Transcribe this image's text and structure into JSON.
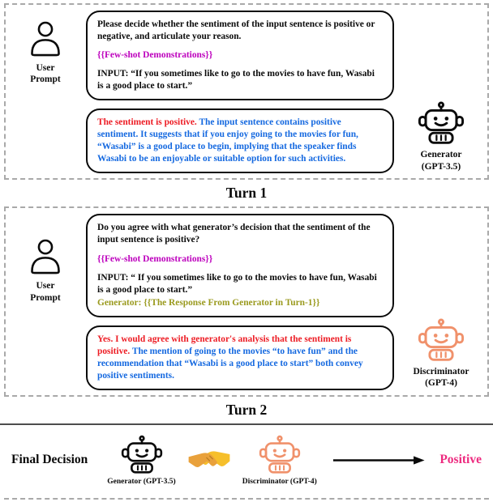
{
  "colors": {
    "magenta": "#bd00bd",
    "red": "#ed1c24",
    "blue": "#1569e0",
    "olive": "#9a9a1e",
    "orange": "#f0916b",
    "pink": "#ed2a7f",
    "dash": "#a9a9a9"
  },
  "icons": {
    "user": "user-silhouette-icon",
    "generator": "robot-icon",
    "discriminator": "robot-icon",
    "handshake": "handshake-icon",
    "arrow": "right-arrow-icon"
  },
  "turn1": {
    "title": "Turn 1",
    "user": {
      "line1": "User",
      "line2": "Prompt"
    },
    "prompt": {
      "instruction": "Please decide whether the sentiment of the input sentence is positive or negative, and articulate your reason.",
      "fewshot": "{{Few-shot Demonstrations}}",
      "input": "INPUT: “If you sometimes like to go to the movies to have fun, Wasabi is a good place to start.”"
    },
    "response": {
      "decision": "The sentiment is positive.",
      "explanation": "The input sentence contains positive sentiment. It suggests that if you enjoy going to the movies for fun, “Wasabi” is a good place to begin, implying that the speaker finds Wasabi to be an enjoyable or suitable option for such activities."
    },
    "agent": {
      "line1": "Generator",
      "line2": "(GPT-3.5)"
    }
  },
  "turn2": {
    "title": "Turn 2",
    "user": {
      "line1": "User",
      "line2": "Prompt"
    },
    "prompt": {
      "instruction": "Do you agree with what generator’s decision that the sentiment of the input sentence is positive?",
      "fewshot": "{{Few-shot Demonstrations}}",
      "input": "INPUT: “ If you sometimes like to go to the movies to have fun, Wasabi is a good place to start.”",
      "generator_ref": "Generator: {{The Response From Generator in Turn-1}}"
    },
    "response": {
      "decision": "Yes. I would agree with generator's analysis that the sentiment is positive.",
      "explanation": "The mention of going to the movies “to have fun” and the recommendation that “Wasabi is a good place to start” both convey positive sentiments."
    },
    "agent": {
      "line1": "Discriminator",
      "line2": "(GPT-4)"
    }
  },
  "final": {
    "title": "Final Decision",
    "generator_caption": "Generator (GPT-3.5)",
    "discriminator_caption": "Discriminator (GPT-4)",
    "result": "Positive"
  }
}
